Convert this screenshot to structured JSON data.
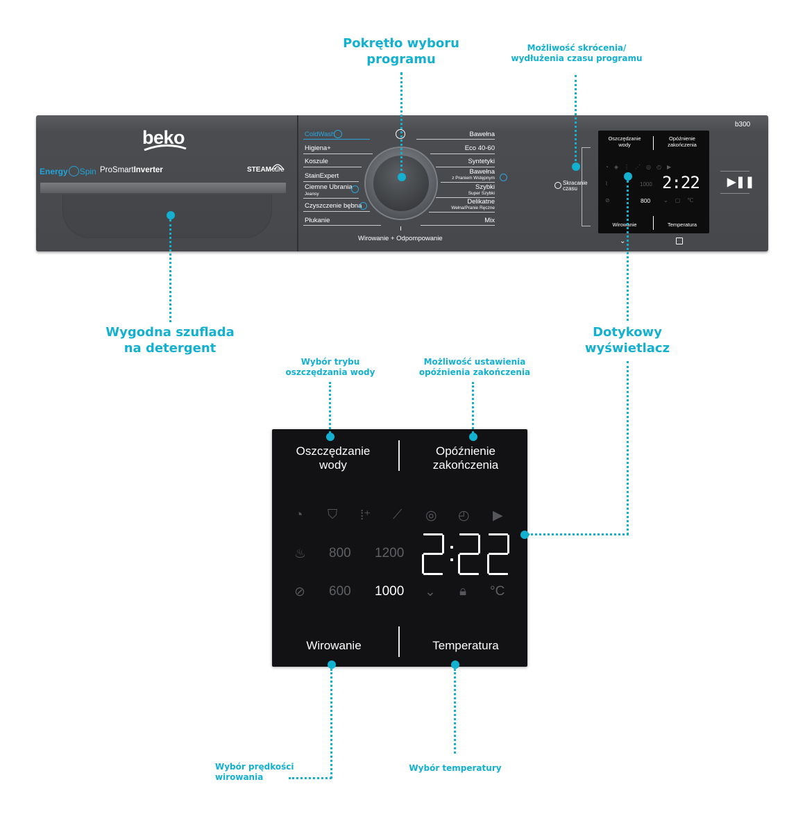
{
  "callouts": {
    "program_dial": "Pokrętło wyboru\nprogramu",
    "time_adjust": "Możliwość skrócenia/\nwydłużenia czasu programu",
    "detergent_drawer": "Wygodna szuflada\nna detergent",
    "touch_display": "Dotykowy\nwyświetlacz",
    "water_saving": "Wybór trybu\noszczędzania wody",
    "delay_end": "Możliwość ustawienia\nopóźnienia zakończenia",
    "spin_speed": "Wybór prędkości\nwirowania",
    "temperature": "Wybór temperatury"
  },
  "panel": {
    "brand": "beko",
    "energy_spin_1": "Energy",
    "energy_spin_2": "Spin",
    "pro_smart": "ProSmart",
    "inverter": "Inverter",
    "steam": "STEAM",
    "cure": "cure",
    "model": "b300",
    "programs_left": [
      {
        "label": "ColdWash",
        "sub": ""
      },
      {
        "label": "Higiena+",
        "sub": ""
      },
      {
        "label": "Koszule",
        "sub": ""
      },
      {
        "label": "StainExpert",
        "sub": ""
      },
      {
        "label": "Ciemne Ubrania",
        "sub": "Jeansy"
      },
      {
        "label": "Czyszczenie bębna",
        "sub": ""
      },
      {
        "label": "Płukanie",
        "sub": ""
      }
    ],
    "programs_right": [
      {
        "label": "Bawełna",
        "sub": ""
      },
      {
        "label": "Eco 40-60",
        "sub": ""
      },
      {
        "label": "Syntetyki",
        "sub": ""
      },
      {
        "label": "Bawełna",
        "sub": "z Praniem Wstępnym"
      },
      {
        "label": "Szybki",
        "sub": "Super Szybki"
      },
      {
        "label": "Delikatne",
        "sub": "Wełna/Pranie Ręczne"
      },
      {
        "label": "Mix",
        "sub": ""
      }
    ],
    "bottom_program": "Wirowanie + Odpompowanie",
    "time_button_1": "Skracanie",
    "time_button_2": "czasu",
    "small_display": {
      "water_saving": "Oszczędzanie\nwody",
      "delay_end": "Opóźnienie\nzakończenia",
      "spin": "Wirowanie",
      "temperature": "Temperatura",
      "rpm_1000": "1000",
      "rpm_800": "800",
      "time": "2:22"
    },
    "play_pause_icon": "play-pause-icon"
  },
  "display": {
    "water_saving": "Oszczędzanie\nwody",
    "delay_end": "Opóźnienie\nzakończenia",
    "spin": "Wirowanie",
    "temperature": "Temperatura",
    "rpm_800": "800",
    "rpm_1200": "1200",
    "rpm_600": "600",
    "rpm_1000": "1000",
    "time": "2:22",
    "celsius": "°C",
    "icons": [
      "quick-wash-icon",
      "water-drop-shield-icon",
      "steam-plus-icon",
      "hanger-icon",
      "lock-icon",
      "timer-icon",
      "play-icon",
      "rinse-icon",
      "no-spin-icon",
      "drain-icon",
      "child-lock-icon"
    ]
  },
  "colors": {
    "accent": "#13b0d0",
    "panel": "#4a4c50",
    "display": "#121214"
  }
}
